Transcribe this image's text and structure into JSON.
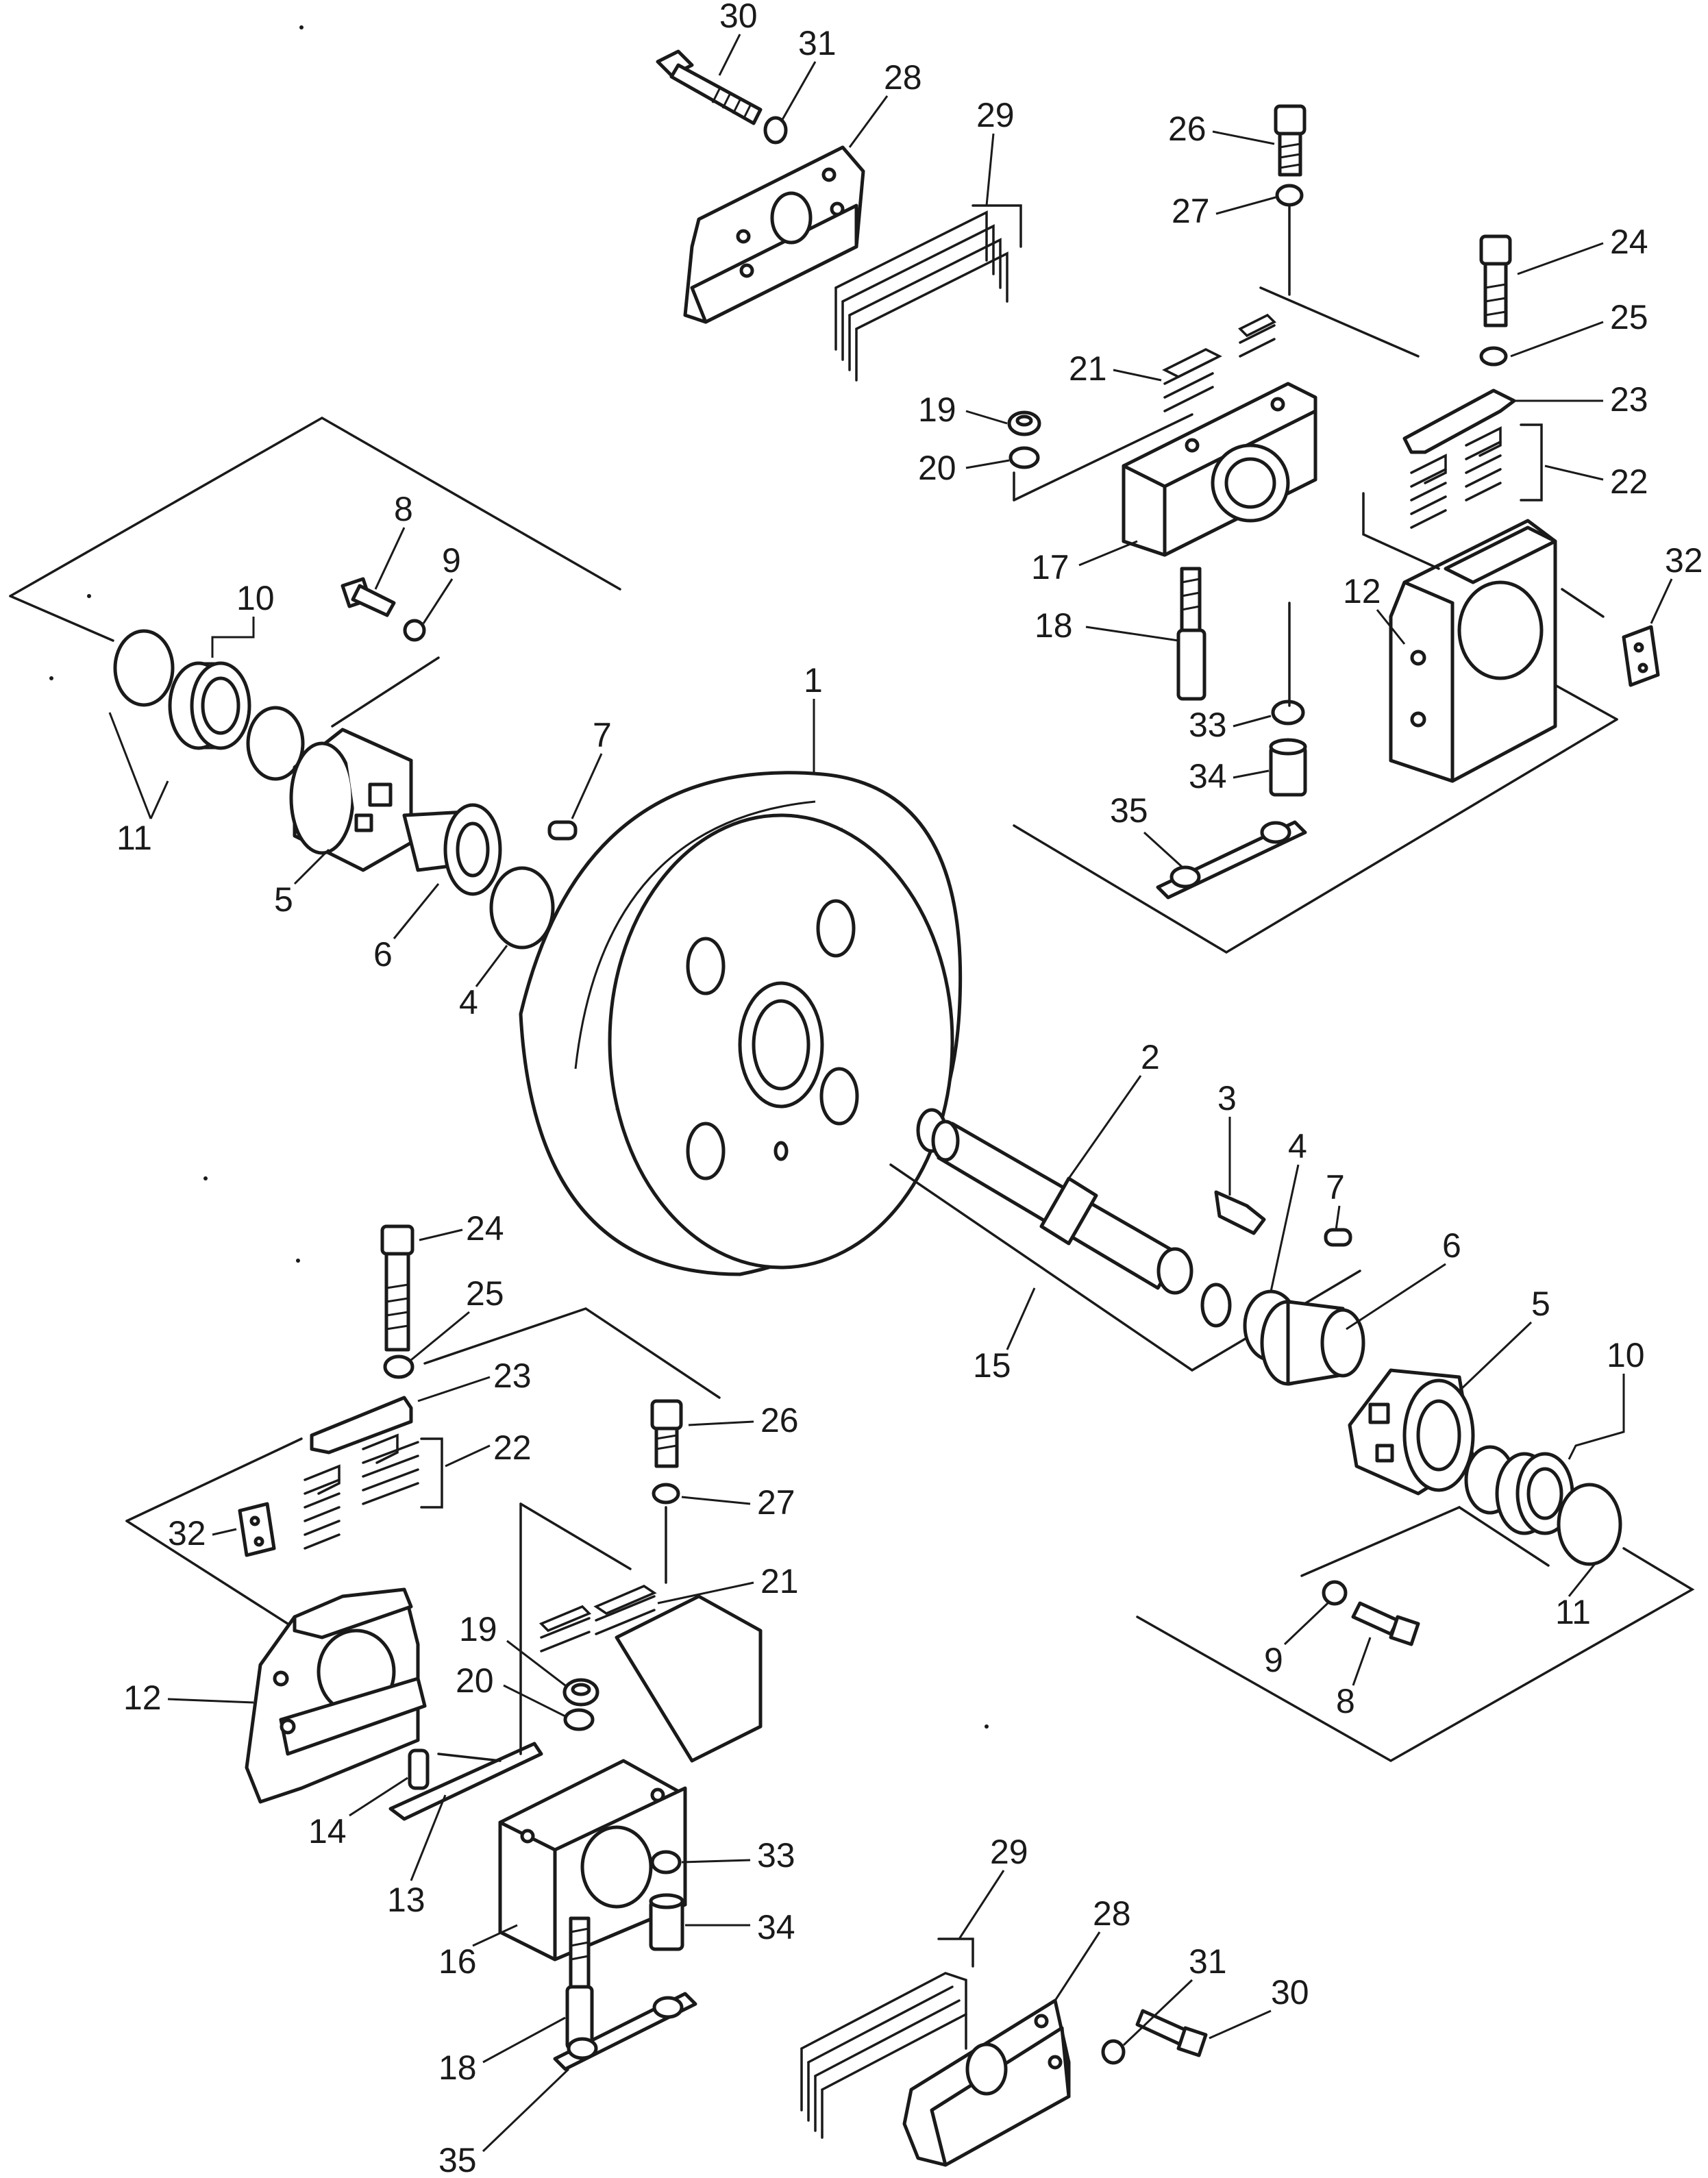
{
  "diagram": {
    "callouts": [
      "1",
      "2",
      "3",
      "4",
      "5",
      "6",
      "7",
      "8",
      "9",
      "10",
      "11",
      "12",
      "13",
      "14",
      "15",
      "16",
      "17",
      "18",
      "19",
      "20",
      "21",
      "22",
      "23",
      "24",
      "25",
      "26",
      "27",
      "28",
      "29",
      "30",
      "31",
      "32",
      "33",
      "34",
      "35"
    ],
    "labels": [
      {
        "text": "30"
      },
      {
        "text": "31"
      },
      {
        "text": "28"
      },
      {
        "text": "29"
      },
      {
        "text": "26"
      },
      {
        "text": "27"
      },
      {
        "text": "24"
      },
      {
        "text": "25"
      },
      {
        "text": "23"
      },
      {
        "text": "22"
      },
      {
        "text": "21"
      },
      {
        "text": "19"
      },
      {
        "text": "20"
      },
      {
        "text": "17"
      },
      {
        "text": "18"
      },
      {
        "text": "12"
      },
      {
        "text": "32"
      },
      {
        "text": "33"
      },
      {
        "text": "34"
      },
      {
        "text": "35"
      },
      {
        "text": "8"
      },
      {
        "text": "9"
      },
      {
        "text": "10"
      },
      {
        "text": "11"
      },
      {
        "text": "7"
      },
      {
        "text": "5"
      },
      {
        "text": "6"
      },
      {
        "text": "4"
      },
      {
        "text": "1"
      },
      {
        "text": "2"
      },
      {
        "text": "3"
      },
      {
        "text": "4"
      },
      {
        "text": "7"
      },
      {
        "text": "6"
      },
      {
        "text": "5"
      },
      {
        "text": "10"
      },
      {
        "text": "15"
      },
      {
        "text": "11"
      },
      {
        "text": "9"
      },
      {
        "text": "8"
      },
      {
        "text": "24"
      },
      {
        "text": "25"
      },
      {
        "text": "23"
      },
      {
        "text": "22"
      },
      {
        "text": "26"
      },
      {
        "text": "27"
      },
      {
        "text": "32"
      },
      {
        "text": "21"
      },
      {
        "text": "19"
      },
      {
        "text": "20"
      },
      {
        "text": "12"
      },
      {
        "text": "14"
      },
      {
        "text": "13"
      },
      {
        "text": "16"
      },
      {
        "text": "33"
      },
      {
        "text": "34"
      },
      {
        "text": "18"
      },
      {
        "text": "35"
      },
      {
        "text": "29"
      },
      {
        "text": "28"
      },
      {
        "text": "31"
      },
      {
        "text": "30"
      }
    ]
  }
}
